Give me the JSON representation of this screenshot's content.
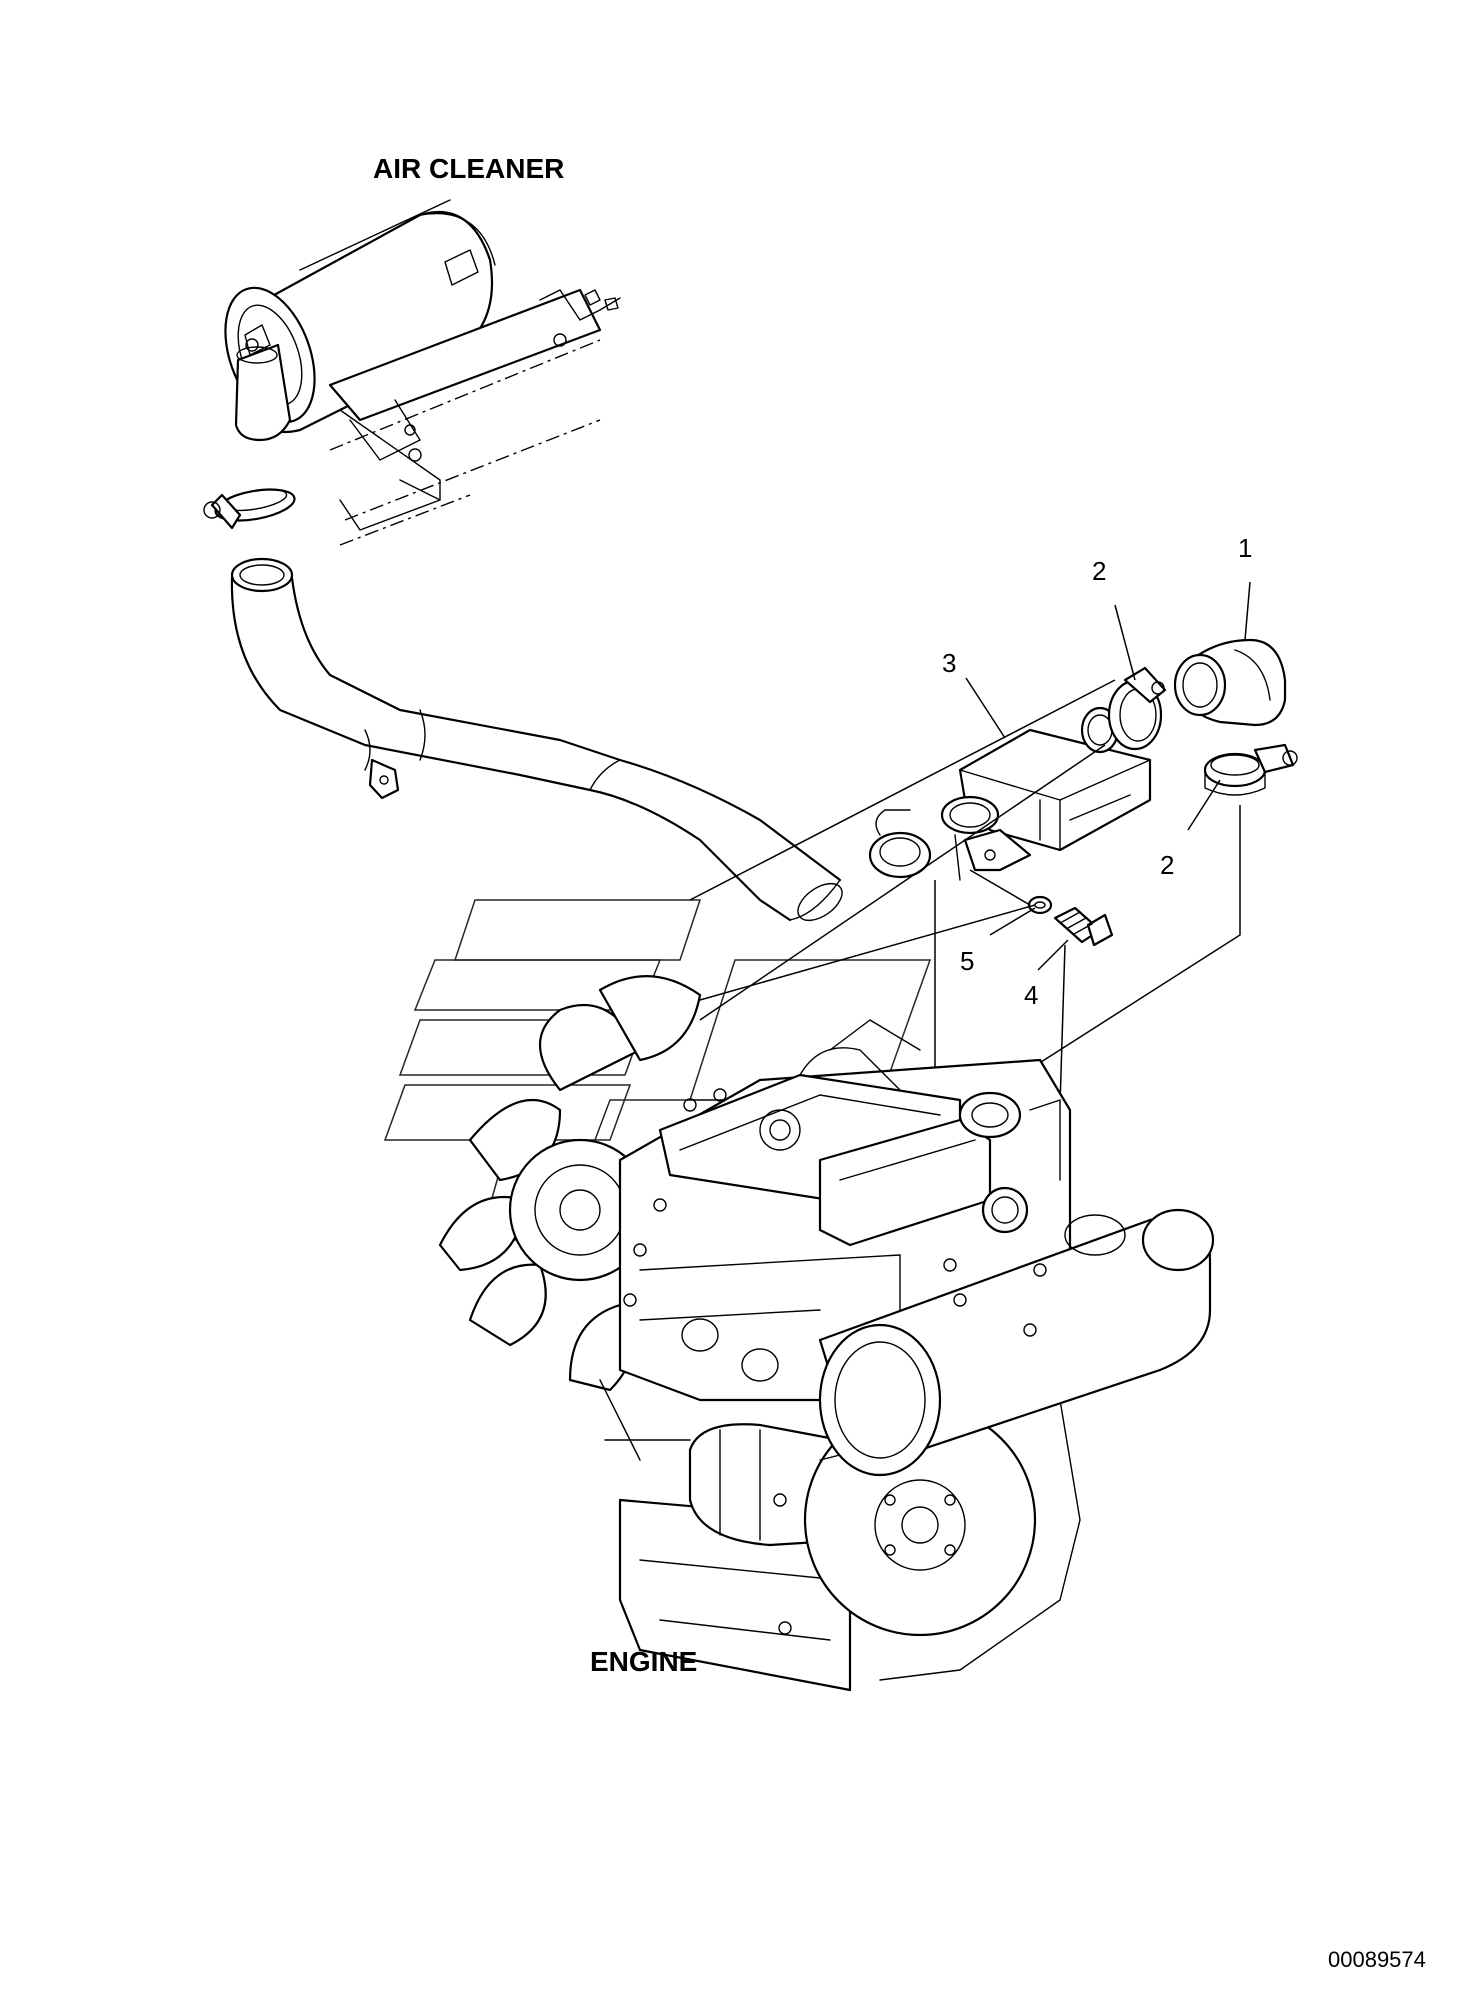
{
  "labels": {
    "air_cleaner": "AIR CLEANER",
    "engine": "ENGINE",
    "document_number": "00089574"
  },
  "callouts": [
    {
      "id": "callout-1",
      "text": "1"
    },
    {
      "id": "callout-2-top",
      "text": "2"
    },
    {
      "id": "callout-2-bottom",
      "text": "2"
    },
    {
      "id": "callout-3",
      "text": "3"
    },
    {
      "id": "callout-4",
      "text": "4"
    },
    {
      "id": "callout-5",
      "text": "5"
    }
  ]
}
